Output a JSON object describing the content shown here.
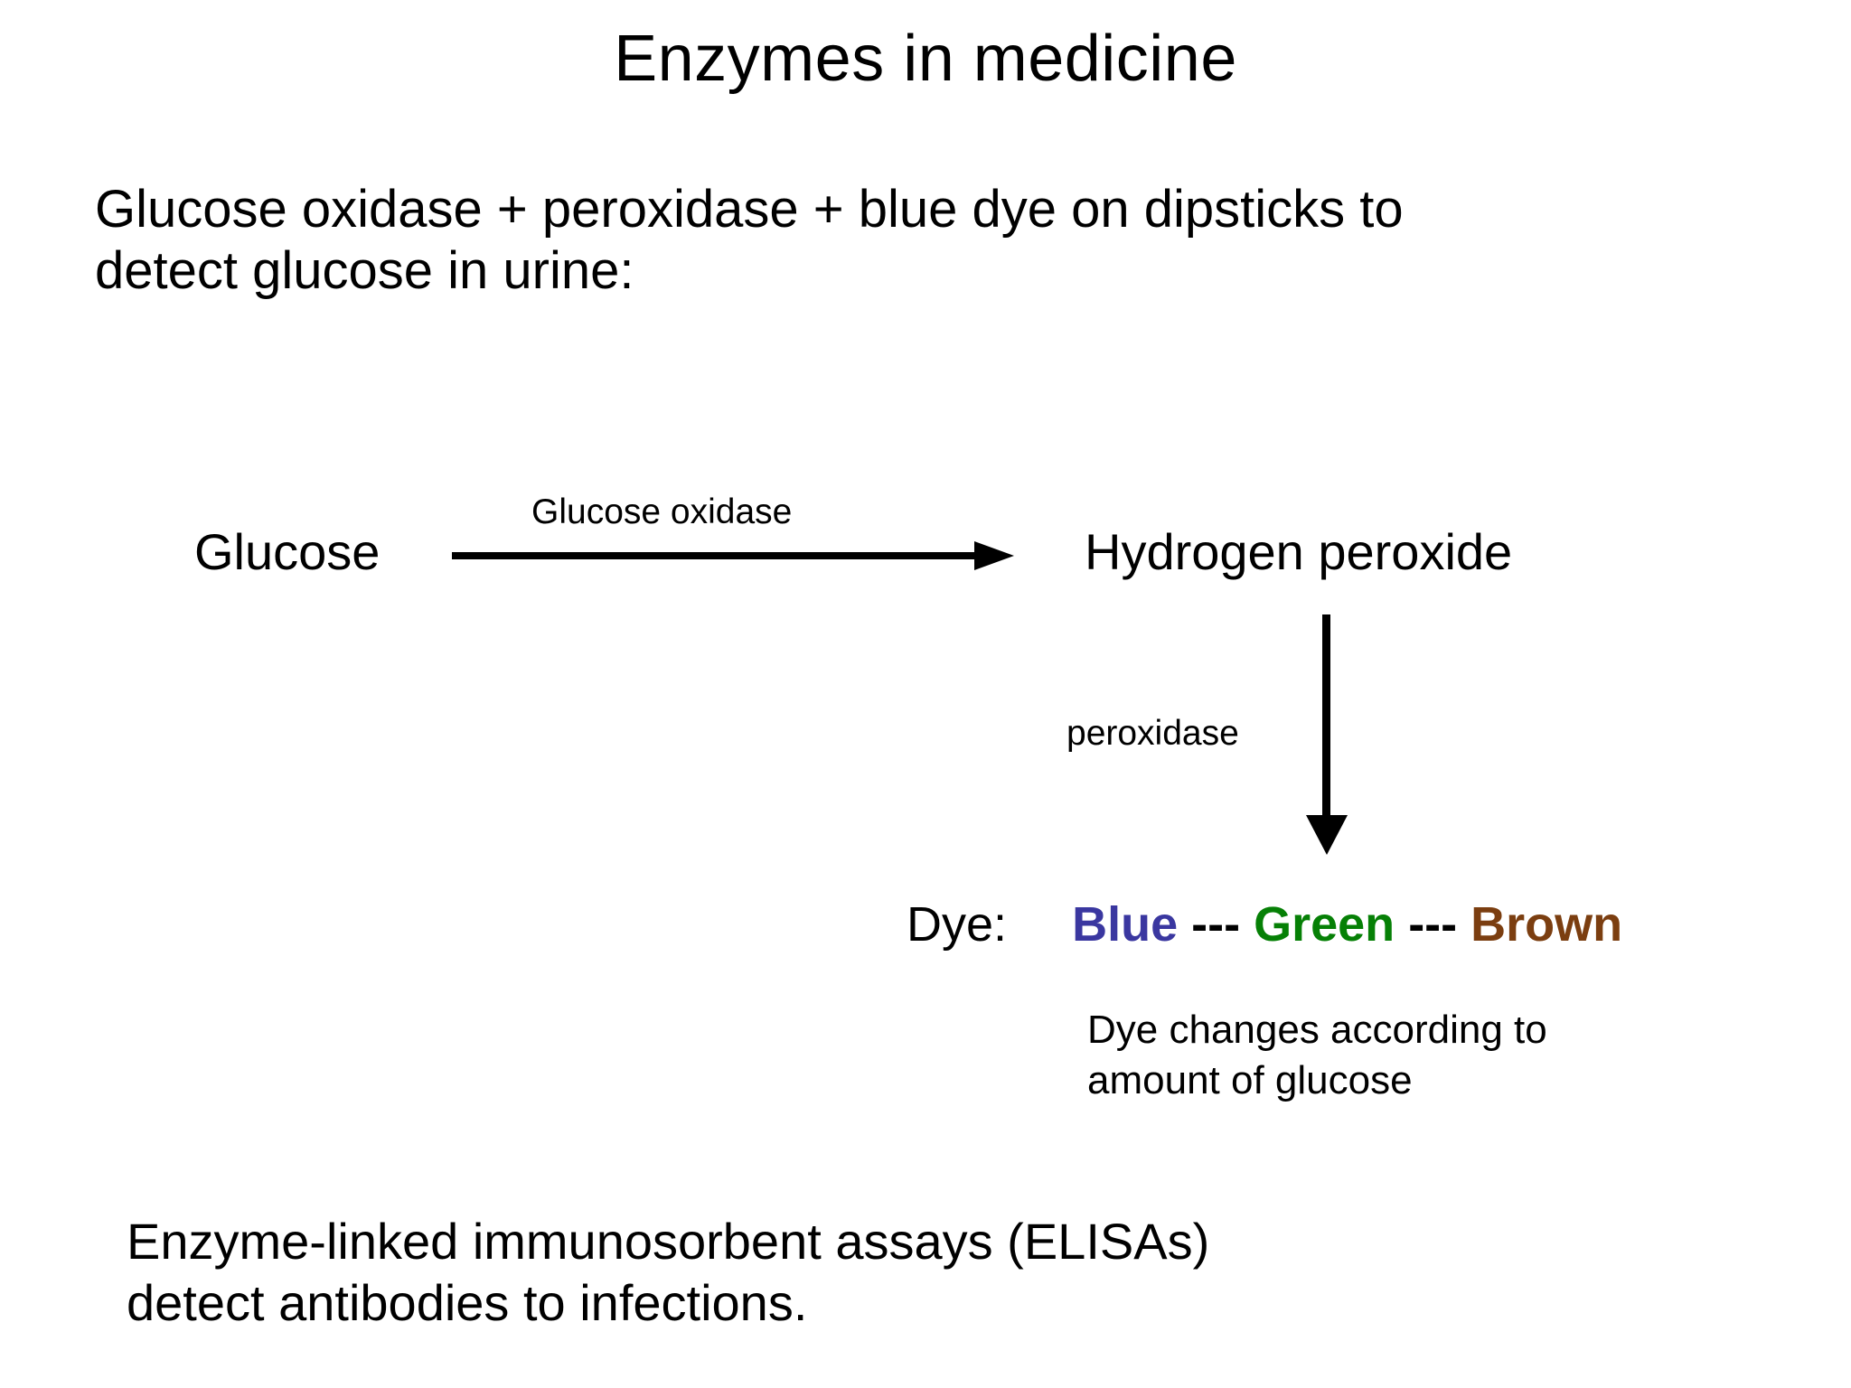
{
  "slide": {
    "title": "Enzymes in medicine",
    "background_color": "#ffffff",
    "text_color": "#000000"
  },
  "intro": {
    "line1": "Glucose oxidase  + peroxidase + blue dye on dipsticks to",
    "line2": "detect glucose in urine:"
  },
  "diagram": {
    "substrate_label": "Glucose",
    "product_label": "Hydrogen peroxide",
    "enzyme_1_label": "Glucose oxidase",
    "enzyme_2_label": "peroxidase",
    "arrow_horizontal_name": "right-arrow-icon",
    "arrow_vertical_name": "down-arrow-icon"
  },
  "dye": {
    "label": "Dye:",
    "separator": "---",
    "states": [
      {
        "name": "Blue",
        "color": "#3a37a0"
      },
      {
        "name": "Green",
        "color": "#068006"
      },
      {
        "name": "Brown",
        "color": "#7b3e10"
      }
    ],
    "caption_line1": "Dye changes according to",
    "caption_line2": "amount of glucose"
  },
  "closing": {
    "line1": "Enzyme-linked immunosorbent assays (ELISAs)",
    "line2": "detect antibodies to infections."
  }
}
